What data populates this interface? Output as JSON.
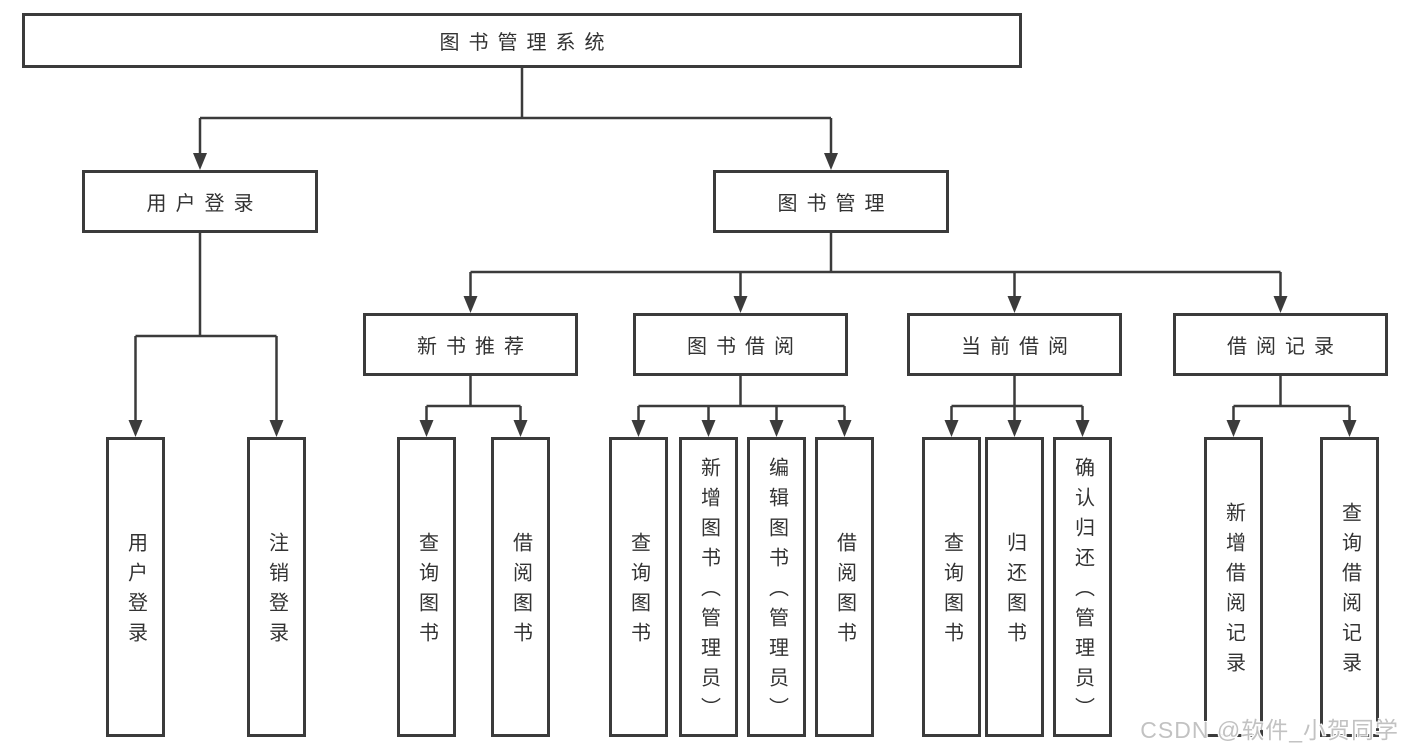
{
  "watermark": {
    "text": "CSDN @软件_小贺同学"
  },
  "colors": {
    "line": "#3b3b3b",
    "box_border": "#3b3b3b",
    "text": "#333333",
    "background": "#ffffff",
    "watermark": "#bbbbbb"
  },
  "tree": {
    "label": "图书管理系统",
    "children": [
      {
        "label": "用户登录",
        "children": [
          {
            "label": "用户登录"
          },
          {
            "label": "注销登录"
          }
        ]
      },
      {
        "label": "图书管理",
        "children": [
          {
            "label": "新书推荐",
            "children": [
              {
                "label": "查询图书"
              },
              {
                "label": "借阅图书"
              }
            ]
          },
          {
            "label": "图书借阅",
            "children": [
              {
                "label": "查询图书"
              },
              {
                "label": "新增图书（管理员）"
              },
              {
                "label": "编辑图书（管理员）"
              },
              {
                "label": "借阅图书"
              }
            ]
          },
          {
            "label": "当前借阅",
            "children": [
              {
                "label": "查询图书"
              },
              {
                "label": "归还图书"
              },
              {
                "label": "确认归还（管理员）"
              }
            ]
          },
          {
            "label": "借阅记录",
            "children": [
              {
                "label": "新增借阅记录"
              },
              {
                "label": "查询借阅记录"
              }
            ]
          }
        ]
      }
    ]
  }
}
